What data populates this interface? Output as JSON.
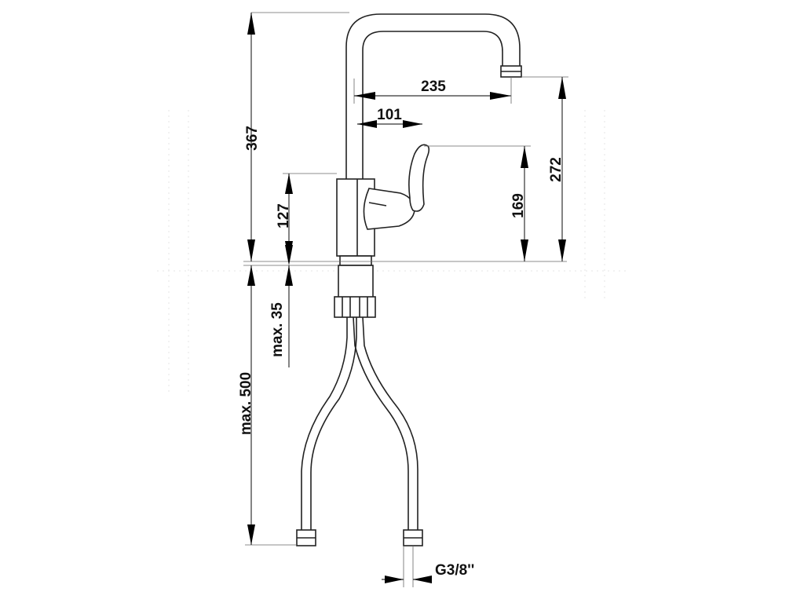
{
  "dimensions": {
    "total_height": "367",
    "spout_reach": "235",
    "lever_offset": "101",
    "spout_outlet_height": "272",
    "lever_height": "169",
    "body_height": "127",
    "mounting_depth": "max. 35",
    "hose_length": "max. 500",
    "connection_thread": "G3/8''"
  }
}
